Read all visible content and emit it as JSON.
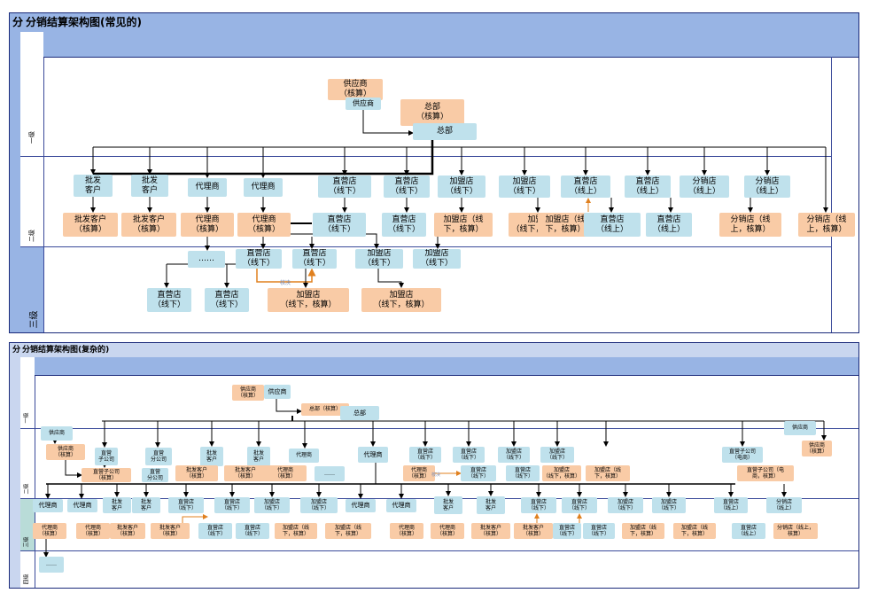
{
  "simple": {
    "side_tag": "分",
    "title": "分销结算架构图(常见的)",
    "levels": [
      "一级",
      "二级",
      "三级"
    ],
    "nodes": {
      "sup": "供应商\n（核算）",
      "supdup": "供应商",
      "hqo": "总部\n（核算）",
      "hqb": "总部",
      "pf1": "批发\n客户",
      "pf2": "批发\n客户",
      "dl1": "代理商",
      "dl2": "代理商",
      "zy1": "直营店\n（线下）",
      "zy2": "直营店\n（线下）",
      "jm1": "加盟店\n（线下）",
      "jm2": "加盟店\n（线下）",
      "zs1": "直营店\n（线上）",
      "zs2": "直营店\n（线上）",
      "fx1": "分销店\n（线上）",
      "fx2": "分销店\n（线上）",
      "pfh1": "批发客户\n（核算）",
      "pfh2": "批发客户\n（核算）",
      "dlh1": "代理商\n（核算）",
      "dlh2": "代理商\n（核算）",
      "zyb3": "直营店\n（线下）",
      "zyb4": "直营店\n（线下）",
      "jmh1": "加盟店（线\n下，核算）",
      "jmh2": "加盟店\n（线下，核算）",
      "jmh3": "加盟店（线\n下，核算）",
      "zsb3": "直营店\n（线上）",
      "zsb4": "直营店\n（线上）",
      "fxh1": "分销店（线\n上，核算）",
      "fxh2": "分销店（线\n上，核算）",
      "dots": "……",
      "zy5": "直营店\n（线下）",
      "zy6": "直营店\n（线下）",
      "jm5": "加盟店\n（线下）",
      "jm6": "加盟店\n（线下）",
      "zy7": "直营店\n（线下）",
      "zy8": "直营店\n（线下）",
      "jmh4": "加盟店\n（线下，核算）",
      "jmh5": "加盟店\n（线下，核算）"
    },
    "edge_label": "核决"
  },
  "complex": {
    "side_tag": "分",
    "title": "分销结算架构图(复杂的)",
    "levels": [
      "一级",
      "二级",
      "三级",
      "四级"
    ],
    "nodes": {
      "sup": "供应商\n（核算）",
      "supb": "供应商",
      "hqo": "总部（核算）",
      "hqb": "总部",
      "r1sup": "供应商",
      "r1supo": "供应商\n（核算）",
      "r1right": "供应商",
      "r1righto": "供应商\n（核算）",
      "zz1": "直营\n子公司",
      "zz2": "直营\n分公司",
      "pf1": "批发\n客户",
      "pf2": "批发\n客户",
      "dl1": "代理商",
      "dl2": "代理商",
      "zyx1": "直营店\n（线下）",
      "zyx2": "直营店\n（线下）",
      "jmx1": "加盟店\n（线下）",
      "jmx2": "加盟店\n（线下）",
      "zzr": "直营子公司\n（电商）",
      "zzh": "直营子公司\n（核算）",
      "zfh": "直营\n分公司",
      "pfh1": "批发客户\n（核算）",
      "pfh2": "批发客户\n（核算）",
      "dlh1": "代理商\n（核算）",
      "dots1": "……",
      "dlh2": "代理商\n（核算）",
      "zyb1": "直营店\n（线下）",
      "zyb2": "直营店\n（线下）",
      "jmh1": "加盟店\n（线下，核算）",
      "jmh2": "加盟店（线\n下，核算）",
      "zzrh": "直营子公司（电\n商，核算）",
      "c3dl1": "代理商",
      "c3dl2": "代理商",
      "c3pf1": "批发\n客户",
      "c3pf2": "批发\n客户",
      "c3zy1": "直营店\n（线下）",
      "c3zy2": "直营店\n（线下）",
      "c3jm1": "加盟店\n（线下）",
      "c3jm2": "加盟店\n（线下）",
      "c3dl3": "代理商",
      "c3dl4": "代理商",
      "c3pf3": "批发\n客户",
      "c3pf4": "批发\n客户",
      "c3zy3": "直营店\n（线下）",
      "c3zy4": "直营店\n（线下）",
      "c3jm3": "加盟店\n（线下）",
      "c3jm4": "加盟店\n（线下）",
      "c3zs": "直营店\n（线上）",
      "c3fx": "分销店\n（线上）",
      "c4dl1": "代理商\n（核算）",
      "c4dl2": "代理商\n（核算）",
      "c4pf1": "批发客户\n（核算）",
      "c4pf2": "批发客户\n（核算）",
      "c4zy1": "直营店\n（线下）",
      "c4zy2": "直营店\n（线下）",
      "c4jm1": "加盟店（线\n下，核算）",
      "c4jm2": "加盟店（线\n下，核算）",
      "c4dl3": "代理商\n（核算）",
      "c4dl4": "代理商\n（核算）",
      "c4pf3": "批发客户\n（核算）",
      "c4pf4": "批发客户\n（核算）",
      "c4zy3": "直营店\n（线下）",
      "c4zy4": "直营店\n（线下）",
      "c4jm3": "加盟店（线\n下，核算）",
      "c4jm4": "加盟店（线\n下，核算）",
      "c4zs": "直营店\n（线上）",
      "c4fx": "分销店（线上，\n核算）",
      "dots2": "……"
    },
    "edge_label": "核决"
  }
}
